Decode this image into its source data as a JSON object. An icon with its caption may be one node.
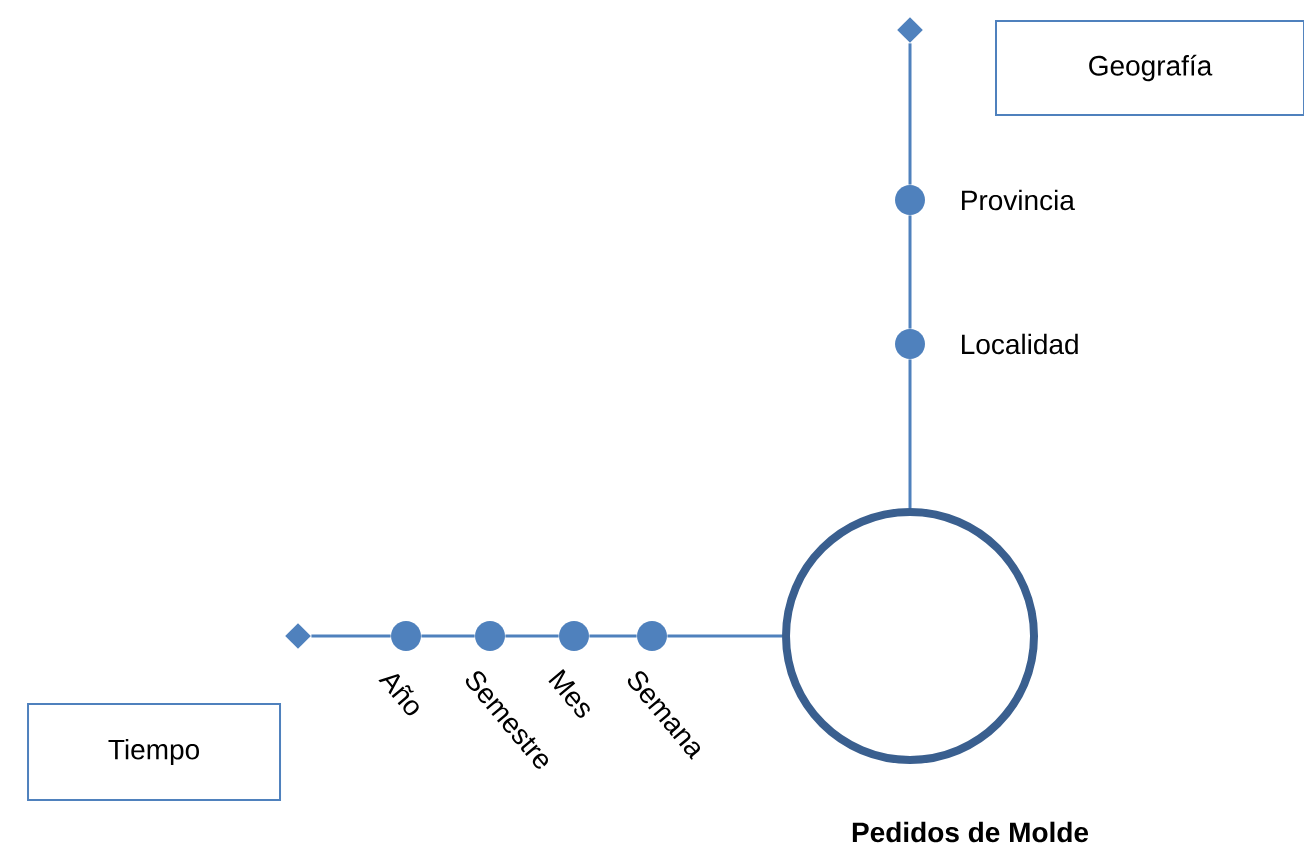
{
  "diagram": {
    "nodes": [
      {
        "text": [
          "Geografía"
        ]
      },
      {
        "text": [],
        "shape": "diamond"
      },
      {
        "text": [],
        "shape": "circle",
        "beside": [
          "Provincia"
        ]
      },
      {
        "text": [],
        "shape": "circle",
        "beside": [
          "Localidad"
        ]
      },
      {
        "text": [
          "Pedidos de Molde"
        ]
      },
      {
        "text": [
          "Tiempo"
        ]
      },
      {
        "text": [],
        "shape": "diamond"
      },
      {
        "text": [],
        "shape": "circle",
        "beside": [
          "Año"
        ]
      },
      {
        "text": [],
        "shape": "circle",
        "beside": [
          "Semestre"
        ]
      },
      {
        "text": [],
        "shape": "circle",
        "beside": [
          "Mes"
        ]
      },
      {
        "text": [],
        "shape": "circle",
        "beside": [
          "Semana"
        ]
      }
    ],
    "edges": [
      {
        "from": 1,
        "to": 2,
        "arrow": "none"
      },
      {
        "from": 2,
        "to": 3,
        "arrow": "none"
      },
      {
        "from": 3,
        "to": 4,
        "arrow": "none"
      },
      {
        "from": 6,
        "to": 7,
        "arrow": "none"
      },
      {
        "from": 7,
        "to": 8,
        "arrow": "none"
      },
      {
        "from": 8,
        "to": 9,
        "arrow": "none"
      },
      {
        "from": 9,
        "to": 10,
        "arrow": "none"
      },
      {
        "from": 10,
        "to": 4,
        "arrow": "none"
      }
    ]
  }
}
